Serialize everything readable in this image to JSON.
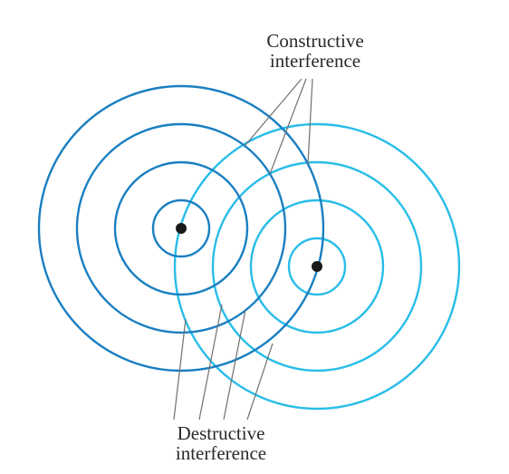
{
  "labels": {
    "constructive_line1": "Constructive",
    "constructive_line2": "interference",
    "destructive_line1": "Destructive",
    "destructive_line2": "interference"
  },
  "colors": {
    "source_a_waves": "#1a7fc1",
    "source_b_waves": "#29bde8",
    "source_points": "#1a1a1a",
    "leader_lines": "#707070",
    "label_text": "#2a2a2a",
    "background": "#ffffff"
  },
  "wave_sources": [
    {
      "name": "source-a",
      "ring_count": 4
    },
    {
      "name": "source-b",
      "ring_count": 4
    }
  ]
}
